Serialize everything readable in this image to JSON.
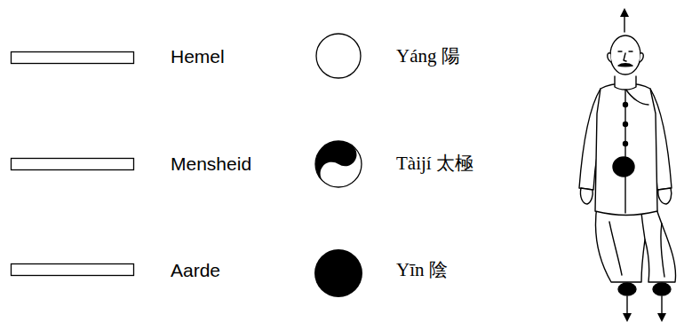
{
  "diagram": {
    "labels": [
      "Hemel",
      "Yáng 陽",
      "Mensheid",
      "Tàijí 太極",
      "Aarde",
      "Yīn 陰"
    ]
  }
}
